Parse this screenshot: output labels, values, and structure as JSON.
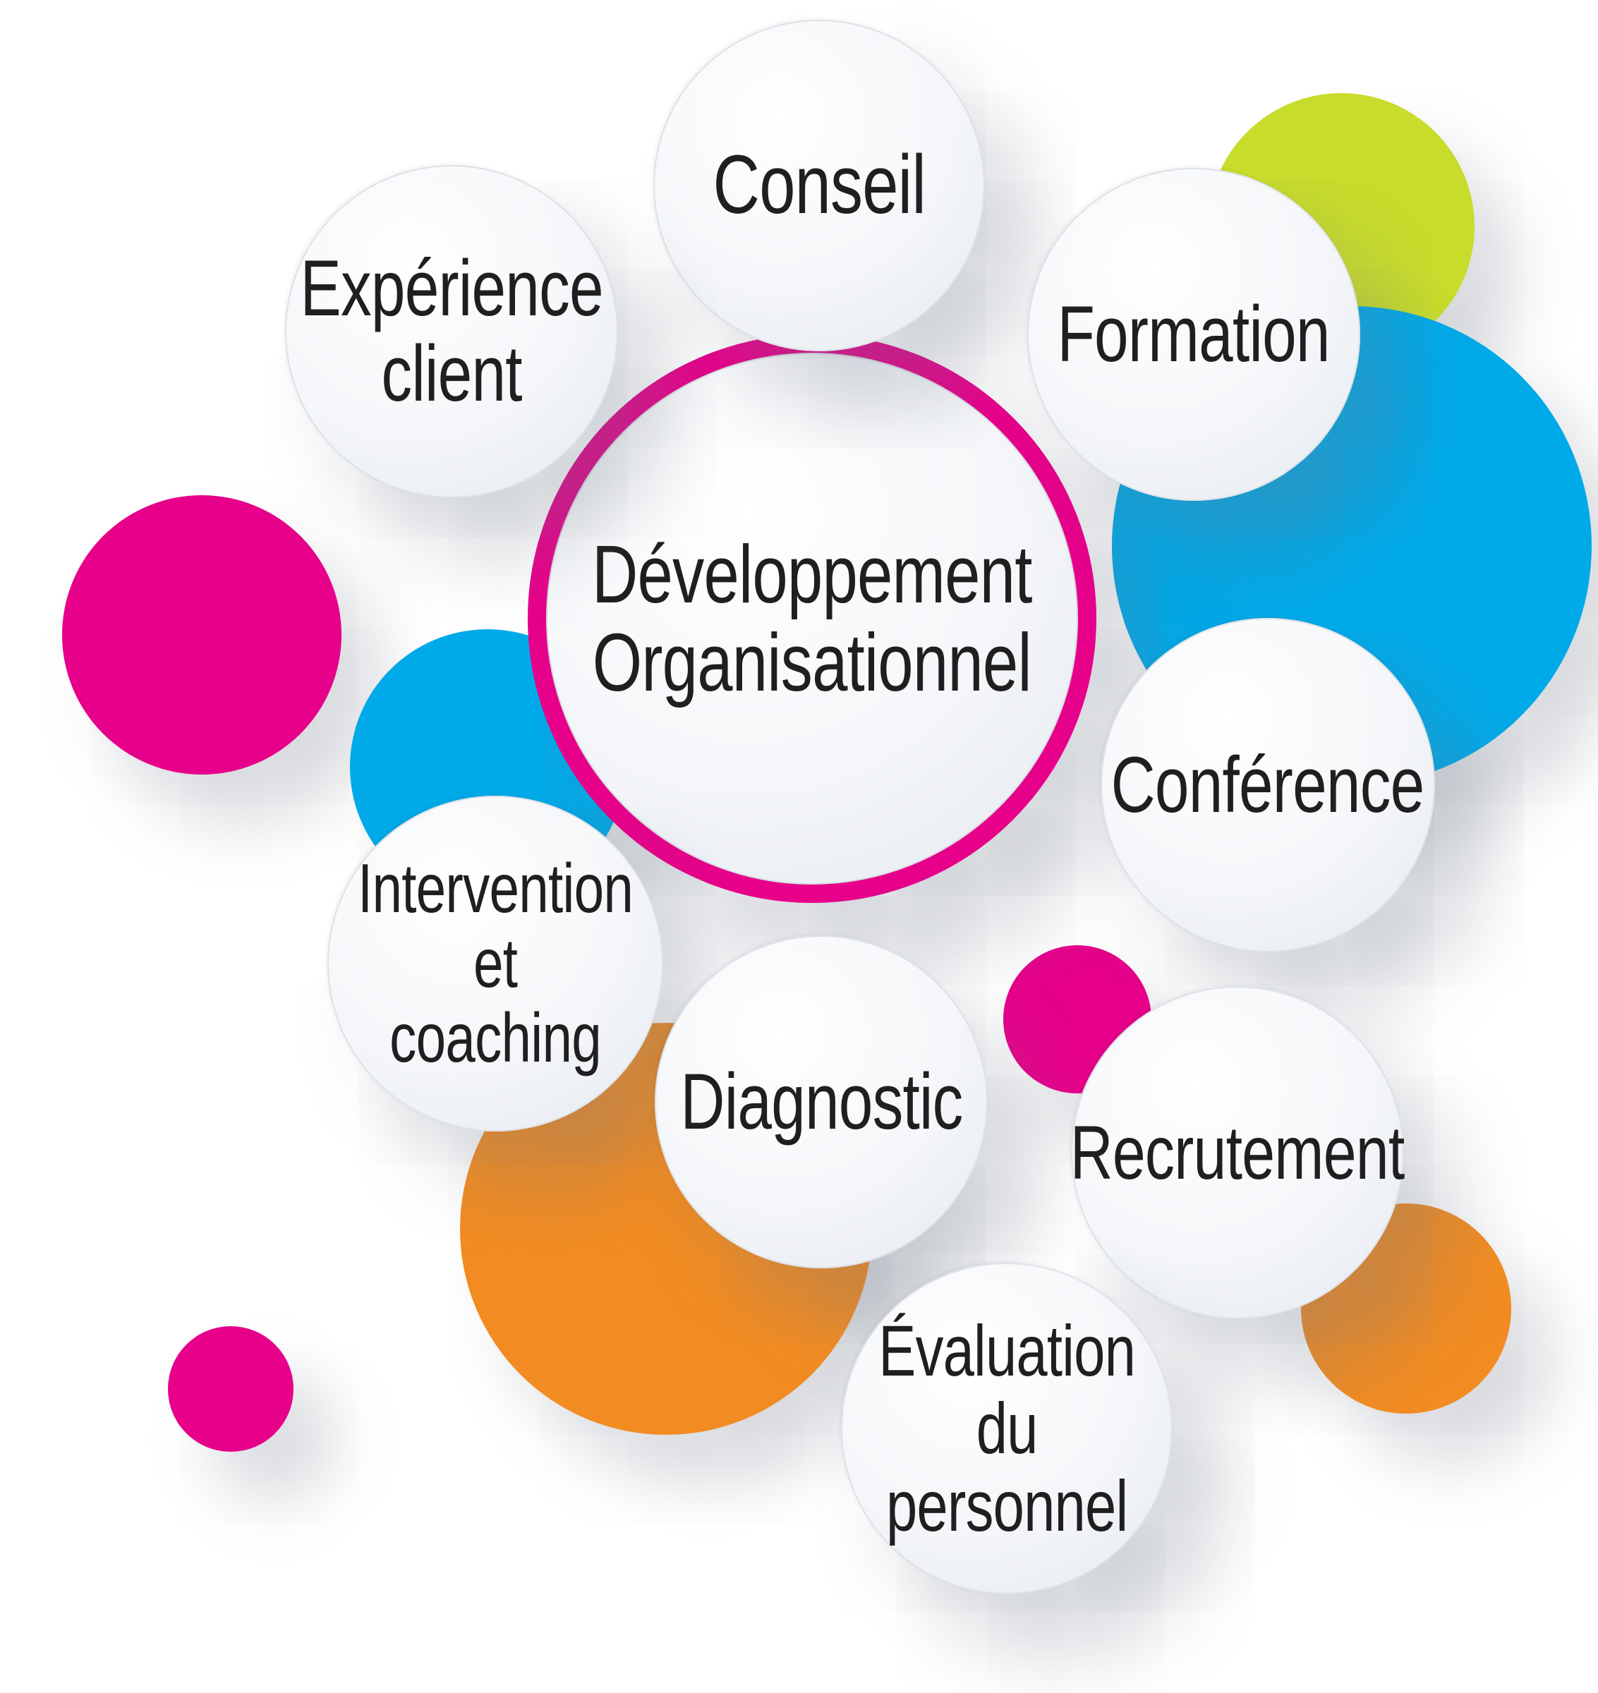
{
  "diagram": {
    "center": {
      "lines": [
        "Développement",
        "Organisationnel"
      ],
      "ring_color": "#e6008a"
    },
    "nodes": [
      {
        "id": "conseil",
        "lines": [
          "Conseil"
        ]
      },
      {
        "id": "experience-client",
        "lines": [
          "Expérience",
          "client"
        ]
      },
      {
        "id": "formation",
        "lines": [
          "Formation"
        ]
      },
      {
        "id": "conference",
        "lines": [
          "Conférence"
        ]
      },
      {
        "id": "intervention-coaching",
        "lines": [
          "Intervention",
          "et",
          "coaching"
        ]
      },
      {
        "id": "diagnostic",
        "lines": [
          "Diagnostic"
        ]
      },
      {
        "id": "recrutement",
        "lines": [
          "Recrutement"
        ]
      },
      {
        "id": "evaluation-personnel",
        "lines": [
          "Évaluation",
          "du",
          "personnel"
        ]
      }
    ],
    "colors": {
      "magenta": "#e6008a",
      "blue": "#00a9e8",
      "green": "#c8dc2c",
      "orange": "#f28c22"
    }
  }
}
